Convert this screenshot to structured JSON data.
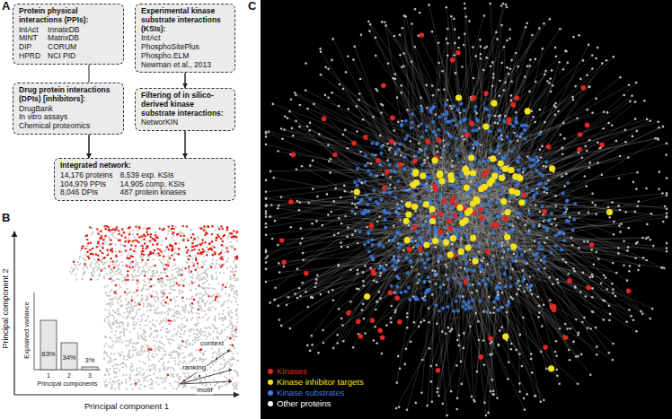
{
  "diagram": {
    "nodes": [
      {
        "text": [
          "Protein physical interactions (PPIs):",
          "IntAct",
          "MINT",
          "DIP",
          "HPRD",
          "InnateDB",
          "MatrixDB",
          "CORUM",
          "NCI PID"
        ]
      },
      {
        "text": [
          "Experimental kinase substrate interactions (KSIs):",
          "IntAct",
          "PhosphoSitePlus",
          "Phospho.ELM",
          "Newman et al., 2013"
        ]
      },
      {
        "text": [
          "Drug protein interactions (DPIs) [inhibitors]:",
          "DrugBank",
          "In vitro assays",
          "Chemical proteomics"
        ]
      },
      {
        "text": [
          "Filtering of in silico-derived kinase substrate interactions:",
          "NetworKIN"
        ]
      },
      {
        "text": [
          "Integrated network:",
          "14,176 proteins",
          "104,979 PPIs",
          "8,046 DPIs",
          "8,539 exp. KSIs",
          "14,905 comp. KSIs",
          "487 protein kinases"
        ]
      }
    ],
    "edges": [
      {
        "from": 0,
        "to": 4,
        "arrow": "to"
      },
      {
        "from": 1,
        "to": 4,
        "arrow": "to"
      },
      {
        "from": 1,
        "to": 3,
        "arrow": "to"
      },
      {
        "from": 2,
        "to": 4,
        "arrow": "to"
      },
      {
        "from": 3,
        "to": 4,
        "arrow": "to"
      }
    ],
    "labels": [
      "A",
      "B",
      "C",
      "Principal component 2",
      "Principal component 1",
      "Explained variance",
      "63%",
      "34%",
      "3%",
      "1",
      "2",
      "3",
      "Principal components",
      "context",
      "ranking",
      "motif"
    ],
    "legend": [
      {
        "text": "Kinases",
        "color": "#e3261f"
      },
      {
        "text": "Kinase inhibitor targets",
        "color": "#f2e21c"
      },
      {
        "text": "Kinase substrates",
        "color": "#3a7be0"
      },
      {
        "text": "Other proteins",
        "color": "#ffffff"
      }
    ]
  }
}
